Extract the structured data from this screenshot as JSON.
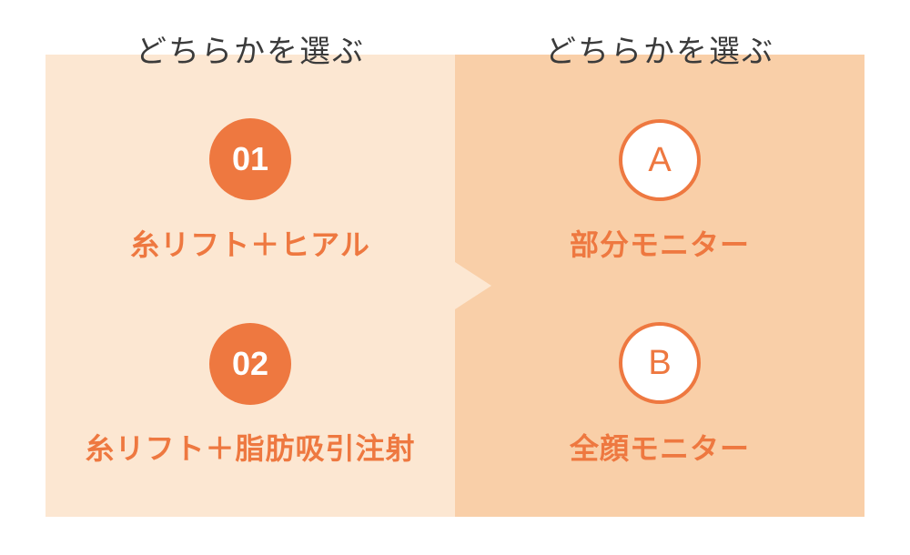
{
  "left": {
    "header": "どちらかを選ぶ",
    "options": [
      {
        "badge": "01",
        "label": "糸リフト＋ヒアル"
      },
      {
        "badge": "02",
        "label": "糸リフト＋脂肪吸引注射"
      }
    ]
  },
  "right": {
    "header": "どちらかを選ぶ",
    "options": [
      {
        "badge": "A",
        "label": "部分モニター"
      },
      {
        "badge": "B",
        "label": "全顔モニター"
      }
    ]
  },
  "colors": {
    "accent": "#ee7840",
    "left_panel": "#fce7d2",
    "right_panel": "#f9cfa8",
    "header_text": "#3b3b3b"
  }
}
